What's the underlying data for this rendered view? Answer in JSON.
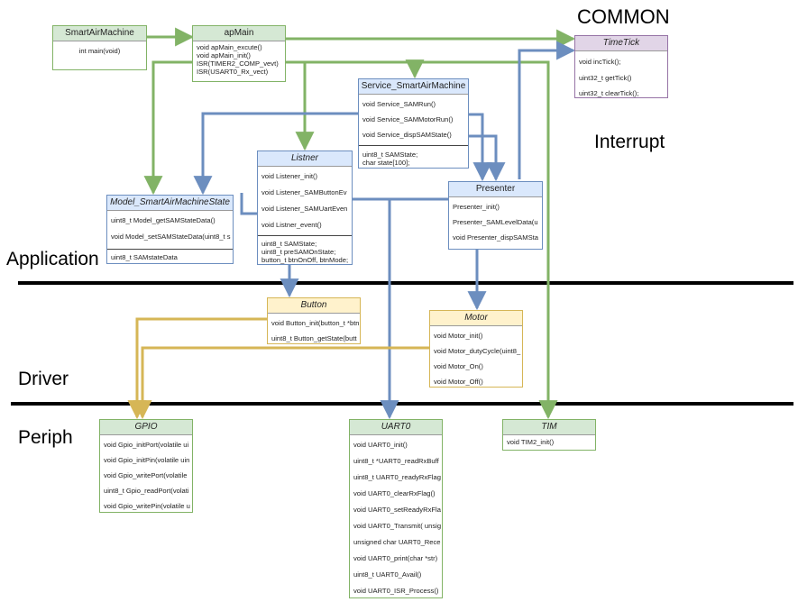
{
  "labels": {
    "common": "COMMON",
    "interrupt": "Interrupt",
    "application": "Application",
    "driver": "Driver",
    "periph": "Periph"
  },
  "colors": {
    "green_edge": "#82b366",
    "blue_edge": "#6c8ebf",
    "yellow_edge": "#d6b656",
    "separator": "#000000"
  },
  "classes": {
    "smartairmachine": {
      "title": "SmartAirMachine",
      "methods": [
        "int main(void)"
      ]
    },
    "apmain": {
      "title": "apMain",
      "methods": [
        "void apMain_excute()",
        "void apMain_init()",
        "ISR(TIMER2_COMP_vevt)",
        "ISR(USART0_Rx_vect)"
      ]
    },
    "timetick": {
      "title": "TimeTick",
      "methods": [
        "void incTick();",
        "uint32_t getTick()",
        "uint32_t clearTick();"
      ]
    },
    "service": {
      "title": "Service_SmartAirMachine",
      "methods": [
        "void Service_SAMRun()",
        "void Service_SAMMotorRun()",
        "void Service_dispSAMState()"
      ],
      "attributes": [
        "uint8_t SAMState;",
        "char state[100];"
      ]
    },
    "listner": {
      "title": "Listner",
      "methods": [
        "void Listener_init()",
        "void Listener_SAMButtonEv",
        "void Listener_SAMUartEven",
        "void Listner_event()"
      ],
      "attributes": [
        "uint8_t SAMState;",
        "uint8_t preSAMOnState;",
        "button_t btnOnOff, btnMode;"
      ]
    },
    "model": {
      "title": "Model_SmartAirMachineState",
      "methods": [
        "uint8_t Model_getSAMStateData()",
        "void Model_setSAMStateData(uint8_t s"
      ],
      "attributes": [
        "uint8_t SAMstateData"
      ]
    },
    "presenter": {
      "title": "Presenter",
      "methods": [
        "Presenter_init()",
        "Presenter_SAMLevelData(u",
        "void Presenter_dispSAMSta"
      ]
    },
    "button": {
      "title": "Button",
      "methods": [
        "void Button_init(button_t *btn",
        "uint8_t Button_getState(butt"
      ]
    },
    "motor": {
      "title": "Motor",
      "methods": [
        "void Motor_init()",
        "void Motor_dutyCycle(uint8_",
        "void Motor_On()",
        "void Motor_Off()"
      ]
    },
    "gpio": {
      "title": "GPIO",
      "methods": [
        "void Gpio_initPort(volatile ui",
        "void Gpio_initPin(volatile uin",
        "void Gpio_writePort(volatile",
        "uint8_t Gpio_readPort(volati",
        "void Gpio_writePin(volatile u"
      ]
    },
    "uart0": {
      "title": "UART0",
      "methods": [
        "void UART0_init()",
        "uint8_t *UART0_readRxBuff",
        "uint8_t UART0_readyRxFlag",
        "void UART0_clearRxFlag()",
        "void UART0_setReadyRxFla",
        "void UART0_Transmit( unsig",
        "unsigned char UART0_Rece",
        "void UART0_print(char *str)",
        "uint8_t UART0_Avail()",
        "void UART0_ISR_Process()"
      ]
    },
    "tim": {
      "title": "TIM",
      "methods": [
        "void TIM2_init()"
      ]
    }
  }
}
